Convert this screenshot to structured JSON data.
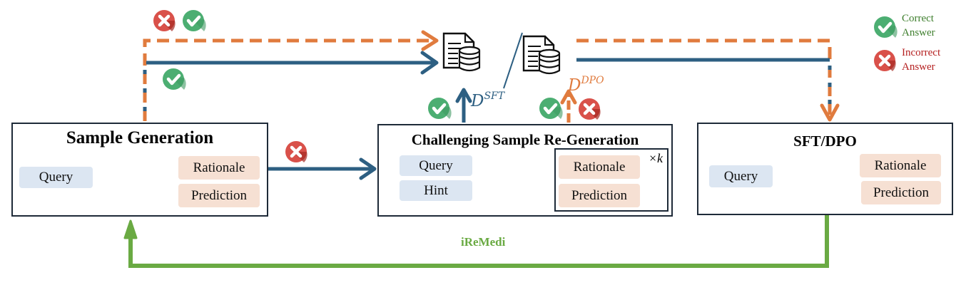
{
  "colors": {
    "blue_arrow": "#2d5f82",
    "orange_arrow": "#e07b3e",
    "green_loop": "#6aaa43",
    "check_green": "#4cae72",
    "cross_red": "#d9514a",
    "box_border": "#1e2a38",
    "chip_blue": "#dce6f2",
    "chip_peach": "#f6e0d3",
    "legend_correct": "#3f7f2e",
    "legend_incorrect": "#b52020"
  },
  "legend": {
    "correct": "Correct\nAnswer",
    "correct_line1": "Correct",
    "correct_line2": "Answer",
    "incorrect_line1": "Incorrect",
    "incorrect_line2": "Answer"
  },
  "datasets": {
    "sft_label": "D",
    "sft_sup": "SFT",
    "dpo_label": "D",
    "dpo_sup": "DPO",
    "separator": "/"
  },
  "stages": [
    {
      "id": "sample-generation",
      "title": "Sample Generation",
      "inputs": [
        "Query"
      ],
      "outputs": [
        "Rationale",
        "Prediction"
      ]
    },
    {
      "id": "challenging-regeneration",
      "title": "Challenging Sample Re-Generation",
      "inputs": [
        "Query",
        "Hint"
      ],
      "outputs": [
        "Rationale",
        "Prediction"
      ],
      "repeat": "×k"
    },
    {
      "id": "sft-dpo",
      "title": "SFT/DPO",
      "inputs": [
        "Query"
      ],
      "outputs": [
        "Rationale",
        "Prediction"
      ]
    }
  ],
  "loop_label": "iReMedi"
}
